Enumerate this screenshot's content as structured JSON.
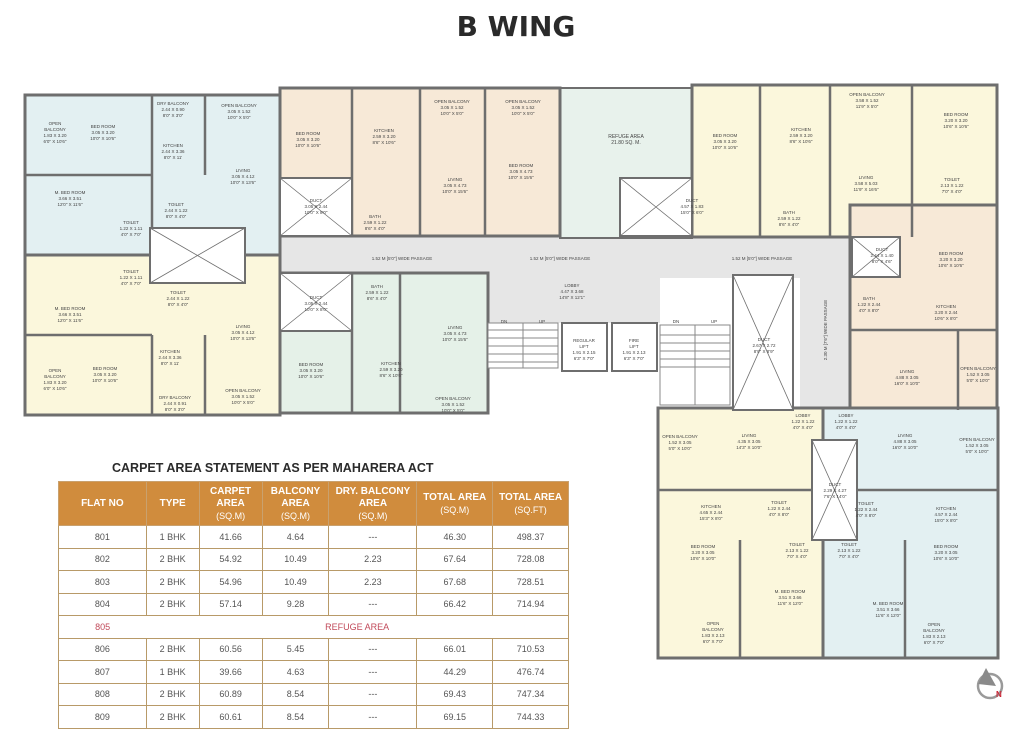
{
  "title": "B WING",
  "floor_plan": {
    "colors": {
      "wall": "#6e6e6e",
      "flat_beige": "#f7e9d7",
      "flat_yellow": "#fbf7dc",
      "flat_blue": "#e3f0f2",
      "flat_green": "#e5f1e8",
      "common": "#e6e6e6",
      "refuge": "#e8f2ec"
    },
    "labels": {
      "refuge_area": "REFUGE AREA\n21.80 SQ. M.",
      "passage_left": "1.52 M [5'0\"] WIDE PASSAGE",
      "passage_right": "1.52 M [5'0\"] WIDE PASSAGE",
      "passage_vertical": "2.30 M [7'6\"] WIDE PASSAGE",
      "lobby": "LOBBY\n4.47 X 3.68\n14'8\" X 12'1\"",
      "regular_lift": "REGULAR\nLIFT\n1.91 X 2.15\n6'3\" X 7'0\"",
      "fire_lift": "FIRE\nLIFT\n1.91 X 2.13\n6'3\" X 7'0\"",
      "stair_dn": "DN",
      "stair_up": "UP",
      "stair2_dn": "DN",
      "stair2_up": "UP"
    },
    "flat_801_left_top": {
      "open_balcony_a": "OPEN\nBALCONY\n1.83 X 3.20\n6'0\" X 10'6\"",
      "bed_room": "BED ROOM\n3.05 X 3.20\n10'0\" X 10'6\"",
      "dry_balcony": "DRY BALCONY\n2.44 X 0.90\n8'0\" X 3'0\"",
      "kitchen": "KITCHEN\n2.44 X 3.36\n8'0\" X 11'",
      "open_balcony_b": "OPEN BALCONY\n3.05 X 1.52\n10'0\" X 5'0\"",
      "living": "LIVING\n3.05 X 4.12\n10'0\" X 13'6\"",
      "m_bed_room": "M. BED ROOM\n3.66 X 3.51\n12'0\" X 11'6\"",
      "toilet_a": "TOILET\n2.44 X 1.22\n8'0\" X 4'0\"",
      "toilet_b": "TOILET\n1.22 X 1.11\n4'0\" X 7'0\""
    },
    "flat_top_middle": {
      "bed_room": "BED ROOM\n3.05 X 3.20\n10'0\" X 10'6\"",
      "kitchen": "KITCHEN\n2.59 X 3.20\n8'6\" X 10'6\"",
      "open_balcony_a": "OPEN BALCONY\n3.05 X 1.52\n10'0\" X 5'0\"",
      "open_balcony_b": "OPEN BALCONY\n3.05 X 1.52\n10'0\" X 5'0\"",
      "living": "LIVING\n3.05 X 4.73\n10'0\" X 15'6\"",
      "bed_room_b": "BED ROOM\n3.05 X 4.73\n10'0\" X 15'6\"",
      "bath": "BATH\n2.59 X 1.22\n8'6\" X 4'0\"",
      "duct": "DUCT\n3.05 X 2.44\n10'0\" X 8'0\""
    },
    "flat_top_right": {
      "open_balcony": "OPEN BALCONY\n3.58 X 1.52\n11'9\" X 5'0\"",
      "bed_room_a": "BED ROOM\n3.05 X 3.20\n10'0\" X 10'6\"",
      "kitchen": "KITCHEN\n2.59 X 3.20\n8'6\" X 10'6\"",
      "living": "LIVING\n3.58 X 5.03\n11'9\" X 16'6\"",
      "bed_room_b": "BED ROOM\n3.20 X 3.20\n10'6\" X 10'6\"",
      "toilet": "TOILET\n2.13 X 1.22\n7'0\" X 4'0\"",
      "bath": "BATH\n2.59 X 1.22\n8'6\" X 4'0\"",
      "duct": "DUCT\n4.57 X 1.83\n15'0\" X 6'0\"",
      "duct_b": "DUCT\n2.44 X 1.40\n8'0\" X 4'6\""
    },
    "flat_bottom_left": {
      "m_bed_room": "M. BED ROOM\n3.66 X 3.51\n12'0\" X 11'6\"",
      "toilet_a": "TOILET\n1.22 X 1.11\n4'0\" X 7'0\"",
      "toilet_b": "TOILET\n2.44 X 1.22\n8'0\" X 4'0\"",
      "living": "LIVING\n3.05 X 4.12\n10'0\" X 13'6\"",
      "open_balcony_a": "OPEN\nBALCONY\n1.83 X 3.20\n6'0\" X 10'6\"",
      "bed_room": "BED ROOM\n3.05 X 3.20\n10'0\" X 10'6\"",
      "kitchen": "KITCHEN\n2.44 X 3.36\n8'0\" X 11'",
      "dry_balcony": "DRY BALCONY\n2.44 X 0.91\n8'0\" X 3'0\"",
      "open_balcony_b": "OPEN BALCONY\n3.05 X 1.52\n10'0\" X 5'0\""
    },
    "flat_bottom_middle": {
      "bath": "BATH\n2.59 X 1.22\n8'6\" X 4'0\"",
      "living": "LIVING\n3.05 X 4.73\n10'0\" X 15'6\"",
      "bed_room": "BED ROOM\n3.05 X 3.20\n10'0\" X 10'6\"",
      "kitchen": "KITCHEN\n2.59 X 3.20\n8'6\" X 10'6\"",
      "open_balcony": "OPEN BALCONY\n3.05 X 1.52\n10'0\" X 5'0\"",
      "duct": "DUCT\n3.05 X 2.44\n10'0\" X 8'0\""
    },
    "flat_right_middle": {
      "bed_room": "BED ROOM\n3.20 X 3.20\n10'6\" X 10'6\"",
      "bath": "BATH\n1.22 X 2.44\n4'0\" X 8'0\"",
      "kitchen": "KITCHEN\n3.20 X 2.44\n10'6\" X 8'0\"",
      "living": "LIVING\n4.88 X 3.05\n16'0\" X 10'0\"",
      "open_balcony": "OPEN BALCONY\n1.52 X 3.05\n5'0\" X 10'0\"",
      "duct": "DUCT\n2.67 X 2.72\n8'9\" X 8'9\""
    },
    "flat_bottom_right_a": {
      "open_balcony": "OPEN BALCONY\n1.52 X 3.05\n5'0\" X 10'0\"",
      "living": "LIVING\n4.35 X 3.05\n14'3\" X 10'0\"",
      "lobby": "LOBBY\n1.22 X 1.22\n4'0\" X 4'0\"",
      "kitchen": "KITCHEN\n4.65 X 2.44\n15'3\" X 8'0\"",
      "toilet_a": "TOILET\n1.22 X 2.44\n4'0\" X 8'0\"",
      "bed_room": "BED ROOM\n3.20 X 3.05\n10'6\" X 10'0\"",
      "toilet_b": "TOILET\n2.13 X 1.22\n7'0\" X 4'0\"",
      "m_bed_room": "M. BED ROOM\n3.51 X 3.66\n11'6\" X 12'0\"",
      "open_balcony_b": "OPEN\nBALCONY\n1.83 X 2.13\n6'0\" X 7'0\""
    },
    "flat_bottom_right_b": {
      "lobby": "LOBBY\n1.22 X 1.22\n4'0\" X 4'0\"",
      "living": "LIVING\n4.88 X 3.05\n16'0\" X 10'0\"",
      "open_balcony": "OPEN BALCONY\n1.52 X 3.05\n5'0\" X 10'0\"",
      "toilet_a": "TOILET\n1.22 X 2.44\n4'0\" X 8'0\"",
      "kitchen": "KITCHEN\n4.57 X 2.44\n15'0\" X 8'0\"",
      "toilet_b": "TOILET\n2.13 X 1.22\n7'0\" X 4'0\"",
      "bed_room": "BED ROOM\n3.20 X 3.05\n10'6\" X 10'0\"",
      "m_bed_room": "M. BED ROOM\n3.51 X 3.66\n11'6\" X 12'0\"",
      "open_balcony_b": "OPEN\nBALCONY\n1.83 X 2.13\n6'0\" X 7'0\"",
      "duct": "DUCT\n2.29 X 4.27\n7'6\" X 14'0\""
    }
  },
  "area_statement": {
    "title": "CARPET AREA STATEMENT AS PER MAHARERA ACT",
    "header_color": "#d08c3d",
    "refuge_color": "#c14a5a",
    "columns": [
      {
        "label": "FLAT NO",
        "unit": ""
      },
      {
        "label": "TYPE",
        "unit": ""
      },
      {
        "label": "CARPET AREA",
        "unit": "(SQ.M)"
      },
      {
        "label": "BALCONY AREA",
        "unit": "(SQ.M)"
      },
      {
        "label": "DRY. BALCONY AREA",
        "unit": "(SQ.M)"
      },
      {
        "label": "TOTAL AREA",
        "unit": "(SQ.M)"
      },
      {
        "label": "TOTAL AREA",
        "unit": "(SQ.FT)"
      }
    ],
    "rows": [
      [
        "801",
        "1 BHK",
        "41.66",
        "4.64",
        "---",
        "46.30",
        "498.37"
      ],
      [
        "802",
        "2 BHK",
        "54.92",
        "10.49",
        "2.23",
        "67.64",
        "728.08"
      ],
      [
        "803",
        "2 BHK",
        "54.96",
        "10.49",
        "2.23",
        "67.68",
        "728.51"
      ],
      [
        "804",
        "2 BHK",
        "57.14",
        "9.28",
        "---",
        "66.42",
        "714.94"
      ],
      [
        "805",
        "REFUGE AREA"
      ],
      [
        "806",
        "2 BHK",
        "60.56",
        "5.45",
        "---",
        "66.01",
        "710.53"
      ],
      [
        "807",
        "1 BHK",
        "39.66",
        "4.63",
        "---",
        "44.29",
        "476.74"
      ],
      [
        "808",
        "2 BHK",
        "60.89",
        "8.54",
        "---",
        "69.43",
        "747.34"
      ],
      [
        "809",
        "2 BHK",
        "60.61",
        "8.54",
        "---",
        "69.15",
        "744.33"
      ]
    ]
  },
  "compass": {
    "icon": "north-compass-icon",
    "label": "N",
    "label_color": "#cc2233"
  }
}
